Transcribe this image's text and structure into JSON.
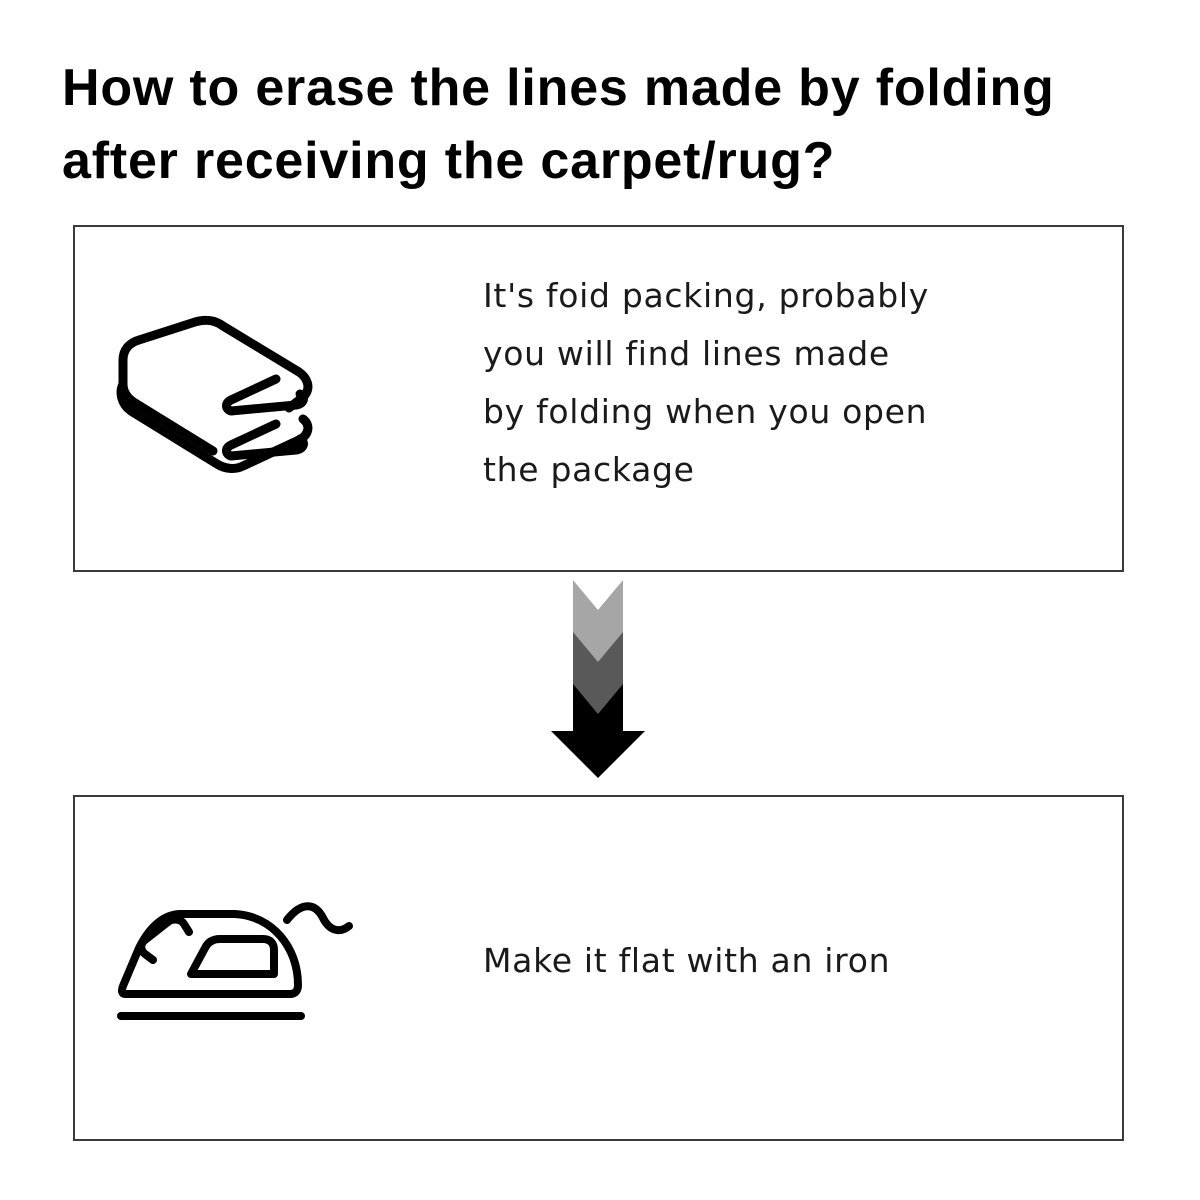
{
  "page": {
    "title_lines": [
      "How to erase the lines made by folding",
      "after receiving the carpet/rug?"
    ],
    "background_color": "#ffffff",
    "text_color": "#1a1a1a",
    "border_color": "#3a3a3c"
  },
  "steps": [
    {
      "index": 1,
      "icon_name": "folded-textiles-icon",
      "icon_label": "stack of folded carpets",
      "text_lines": [
        "It's foid packing, probably",
        "you will find lines made",
        "by folding when you open",
        "the package"
      ]
    },
    {
      "index": 2,
      "icon_name": "iron-icon",
      "icon_label": "clothes iron with cord",
      "text_lines": [
        "Make it flat with an iron"
      ]
    }
  ],
  "arrow": {
    "name": "downward-flow-arrow",
    "segments": [
      {
        "name": "chevron-light",
        "color": "#a6a6a6"
      },
      {
        "name": "chevron-medium",
        "color": "#595959"
      },
      {
        "name": "arrow-solid",
        "color": "#000000"
      }
    ]
  }
}
